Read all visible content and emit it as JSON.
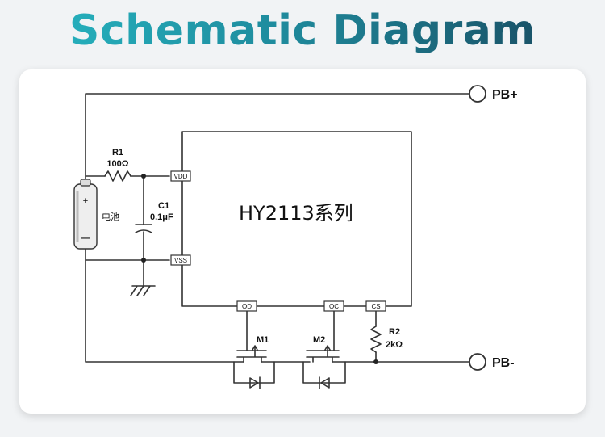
{
  "title": "Schematic Diagram",
  "ic": {
    "label": "HY2113系列",
    "pins": {
      "vdd": "VDD",
      "vss": "VSS",
      "od": "OD",
      "oc": "OC",
      "cs": "CS"
    }
  },
  "components": {
    "r1": {
      "name": "R1",
      "value": "100Ω"
    },
    "c1": {
      "name": "C1",
      "value": "0.1μF"
    },
    "r2": {
      "name": "R2",
      "value": "2kΩ"
    },
    "m1": {
      "name": "M1"
    },
    "m2": {
      "name": "M2"
    },
    "battery": {
      "label": "电池",
      "plus": "+",
      "minus": "—"
    }
  },
  "terminals": {
    "pb_plus": "PB+",
    "pb_minus": "PB-"
  }
}
